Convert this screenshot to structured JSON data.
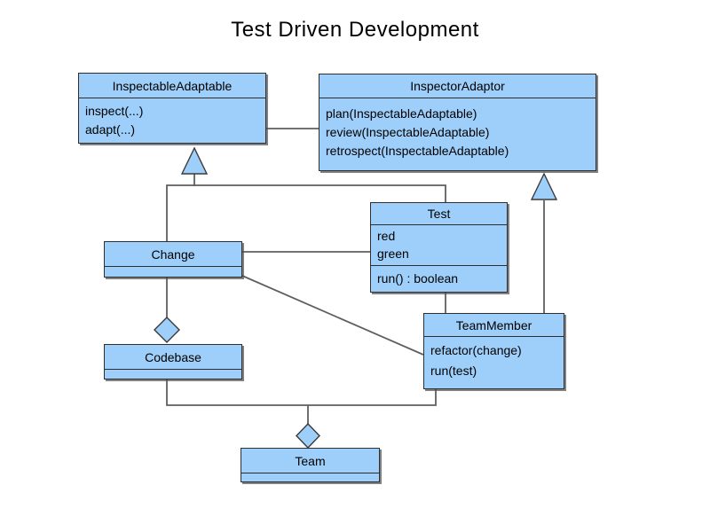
{
  "title": "Test Driven Development",
  "colors": {
    "background": "#FFFFFF",
    "box_fill": "#9ECFFA",
    "box_border": "#2E2E2E",
    "connector": "#5F5F5F",
    "shadow": "#505050",
    "text": "#000000"
  },
  "classes": [
    {
      "name": "InspectableAdaptable",
      "attributes": [],
      "operations": [
        "inspect(...)",
        "adapt(...)"
      ]
    },
    {
      "name": "InspectorAdaptor",
      "attributes": [],
      "operations": [
        "plan(InspectableAdaptable)",
        "review(InspectableAdaptable)",
        "retrospect(InspectableAdaptable)"
      ]
    },
    {
      "name": "Test",
      "attributes": [
        "red",
        "green"
      ],
      "operations": [
        "run() : boolean"
      ]
    },
    {
      "name": "Change",
      "attributes": [],
      "operations": []
    },
    {
      "name": "Codebase",
      "attributes": [],
      "operations": []
    },
    {
      "name": "TeamMember",
      "attributes": [],
      "operations": [
        "refactor(change)",
        "run(test)"
      ]
    },
    {
      "name": "Team",
      "attributes": [],
      "operations": []
    }
  ],
  "relationships": [
    {
      "type": "association",
      "from": "InspectableAdaptable",
      "to": "InspectorAdaptor"
    },
    {
      "type": "generalization",
      "from": "Change",
      "to": "InspectableAdaptable"
    },
    {
      "type": "generalization",
      "from": "Test",
      "to": "InspectableAdaptable"
    },
    {
      "type": "generalization",
      "from": "TeamMember",
      "to": "InspectorAdaptor"
    },
    {
      "type": "association",
      "from": "Change",
      "to": "Test"
    },
    {
      "type": "association",
      "from": "Change",
      "to": "TeamMember"
    },
    {
      "type": "association",
      "from": "Test",
      "to": "TeamMember"
    },
    {
      "type": "aggregation",
      "whole": "Codebase",
      "part": "Change"
    },
    {
      "type": "aggregation",
      "whole": "Team",
      "part": "Codebase"
    },
    {
      "type": "aggregation",
      "whole": "Team",
      "part": "TeamMember"
    }
  ]
}
